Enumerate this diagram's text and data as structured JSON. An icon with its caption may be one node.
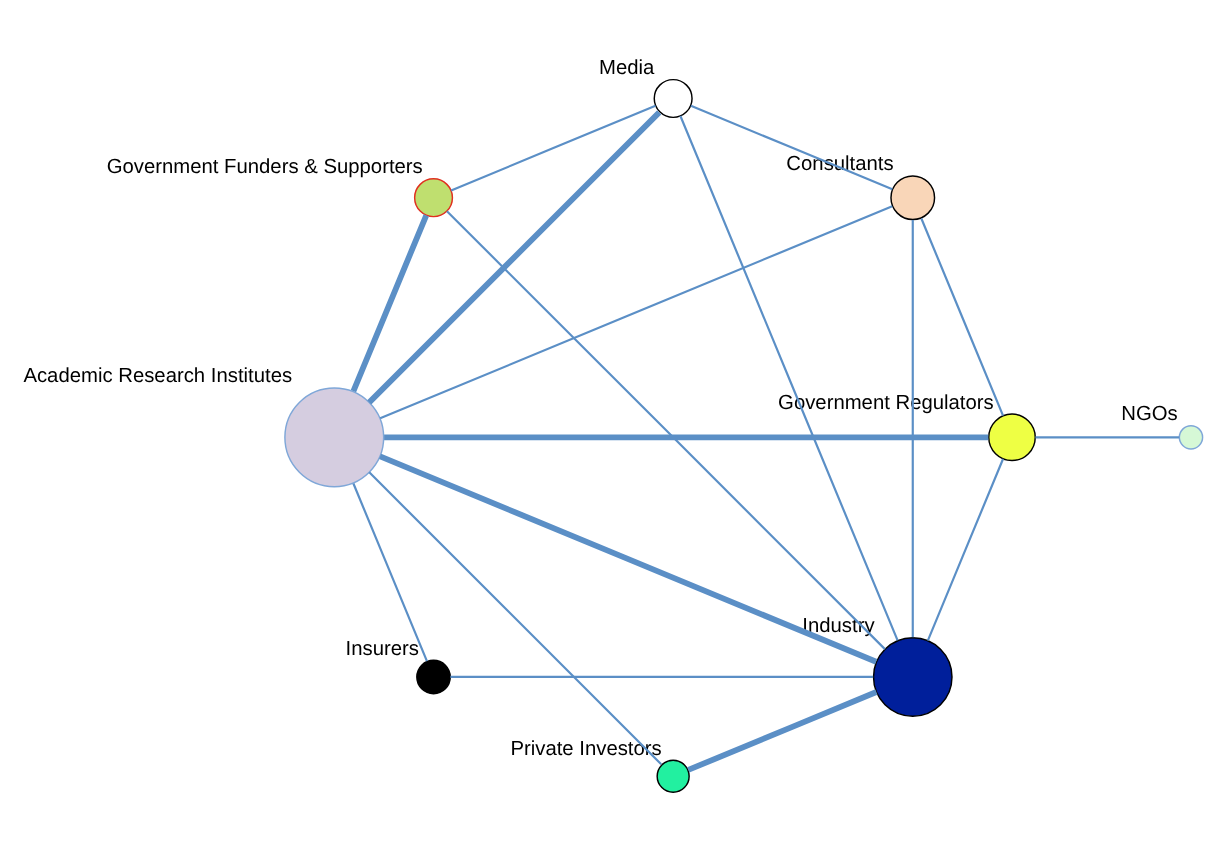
{
  "diagram": {
    "nodes": [
      {
        "text": [
          "Industry"
        ]
      },
      {
        "text": [
          "Academic Research Institutes"
        ]
      },
      {
        "text": [
          "Government Regulators"
        ]
      },
      {
        "text": [
          "Private Investors"
        ]
      },
      {
        "text": [
          "Consultants"
        ]
      },
      {
        "text": [
          "Insurers"
        ]
      },
      {
        "text": [
          "NGOs"
        ]
      },
      {
        "text": [
          "Government Funders & Supporters"
        ]
      },
      {
        "text": [
          "Media"
        ]
      }
    ],
    "edges": [
      {
        "from": 0,
        "to": 2,
        "arrow": "none"
      },
      {
        "from": 0,
        "to": 1,
        "arrow": "none",
        "style": "thick"
      },
      {
        "from": 0,
        "to": 3,
        "arrow": "none",
        "style": "thick"
      },
      {
        "from": 0,
        "to": 5,
        "arrow": "none"
      },
      {
        "from": 0,
        "to": 7,
        "arrow": "none"
      },
      {
        "from": 0,
        "to": 8,
        "arrow": "none"
      },
      {
        "from": 0,
        "to": 4,
        "arrow": "none"
      },
      {
        "from": 1,
        "to": 2,
        "arrow": "none",
        "style": "thick"
      },
      {
        "from": 1,
        "to": 3,
        "arrow": "none"
      },
      {
        "from": 1,
        "to": 5,
        "arrow": "none"
      },
      {
        "from": 1,
        "to": 7,
        "arrow": "none",
        "style": "thick"
      },
      {
        "from": 1,
        "to": 8,
        "arrow": "none",
        "style": "thick"
      },
      {
        "from": 1,
        "to": 4,
        "arrow": "none"
      },
      {
        "from": 2,
        "to": 4,
        "arrow": "none"
      },
      {
        "from": 2,
        "to": 6,
        "arrow": "none"
      },
      {
        "from": 7,
        "to": 8,
        "arrow": "none"
      },
      {
        "from": 4,
        "to": 8,
        "arrow": "none"
      }
    ]
  }
}
